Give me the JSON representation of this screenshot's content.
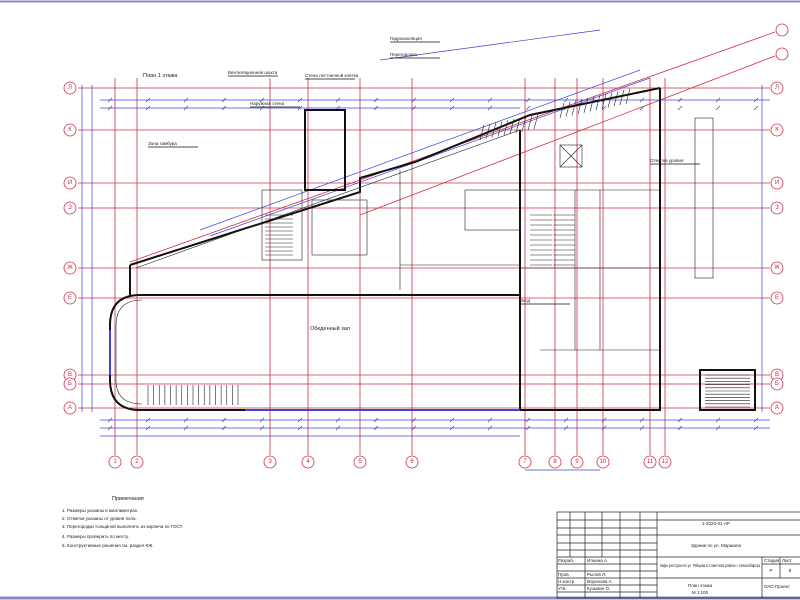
{
  "drawing": {
    "plan_title": "План 1 этажа",
    "hall_label": "Обеденный зал",
    "callouts": [
      "Вентиляционная шахта",
      "Гидроизоляция",
      "Перегородка",
      "Наружная стена",
      "Зона тамбура",
      "Стена лестничной клетки",
      "Отметка уровня",
      "Вход"
    ],
    "row_axes": [
      "Л",
      "К",
      "И",
      "З",
      "Ж",
      "Е",
      "В",
      "Б",
      "А"
    ],
    "col_axes": [
      "1",
      "2",
      "3",
      "4",
      "5",
      "6",
      "7",
      "8",
      "9",
      "10",
      "11",
      "12"
    ]
  },
  "notes": {
    "header": "Примечания",
    "items": [
      "1. Размеры указаны в миллиметрах.",
      "2. Отметки указаны от уровня пола.",
      "3. Перегородки толщиной выполнять из кирпича по ГОСТ.",
      "4. Размеры проверить по месту.",
      "5. Конструктивные решения см. раздел КЖ."
    ]
  },
  "title_block": {
    "code": "1-2023-01-АР",
    "object": "Здание по ул. Маршала",
    "description": "Кафе-ресторан по ул. Рябцева в Советском районе г. Новосибирска",
    "sheet_name": "План этажа",
    "scale": "М 1:100",
    "stage_label": "Стадия",
    "sheet_label": "Лист",
    "stage": "Р",
    "sheet": "8",
    "org": "ОАО Проект",
    "roles": [
      "Разраб.",
      "Пров.",
      "Н.контр.",
      "Утв."
    ],
    "names": [
      "Ильина А.",
      "Рылов Л.",
      "Воронова А.",
      "Кузьмин О."
    ]
  }
}
